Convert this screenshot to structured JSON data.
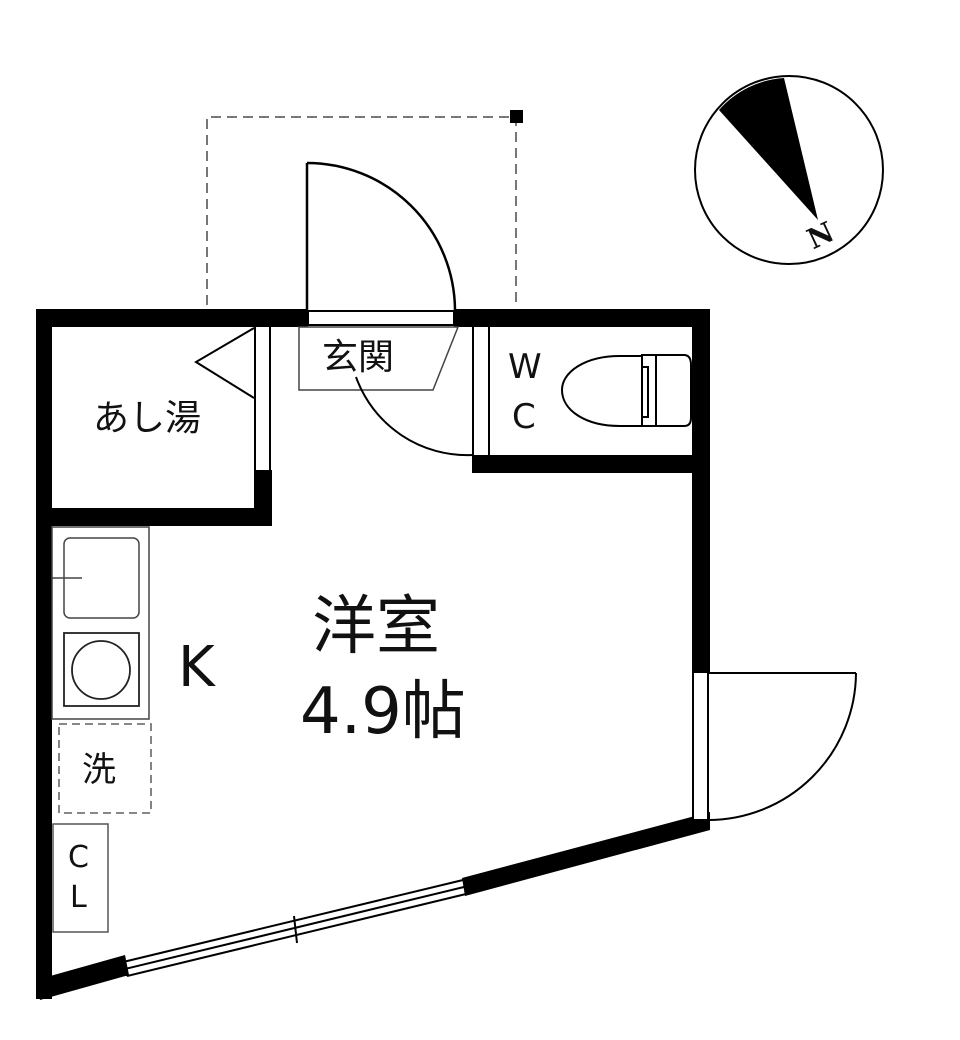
{
  "floorplan": {
    "rooms": {
      "entrance": {
        "label": "玄関"
      },
      "foot_bath": {
        "label": "あし湯"
      },
      "wc": {
        "label_line1": "W",
        "label_line2": "C"
      },
      "western_room": {
        "label": "洋室",
        "size": "4.9帖"
      },
      "kitchen": {
        "label": "K"
      },
      "washer": {
        "label": "洗"
      },
      "closet": {
        "label_line1": "C",
        "label_line2": "L"
      }
    },
    "compass": {
      "label": "N"
    },
    "colors": {
      "wall": "#000000",
      "background": "#ffffff",
      "line": "#111111",
      "dashed": "#777777"
    }
  }
}
